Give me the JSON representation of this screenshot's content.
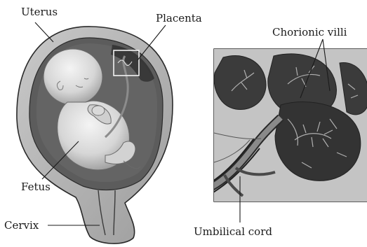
{
  "labels": {
    "uterus": "Uterus",
    "placenta": "Placenta",
    "chorionic_villi": "Chorionic villi",
    "fetus": "Fetus",
    "cervix": "Cervix",
    "umbilical_cord": "Umbilical cord"
  },
  "colors": {
    "uterus_wall": "#b9b9b9",
    "uterine_cavity": "#5a5a5a",
    "fetus_skin": "#dcdcdc",
    "villi_dark": "#3a3a3a",
    "ink": "#1a1a1a"
  }
}
